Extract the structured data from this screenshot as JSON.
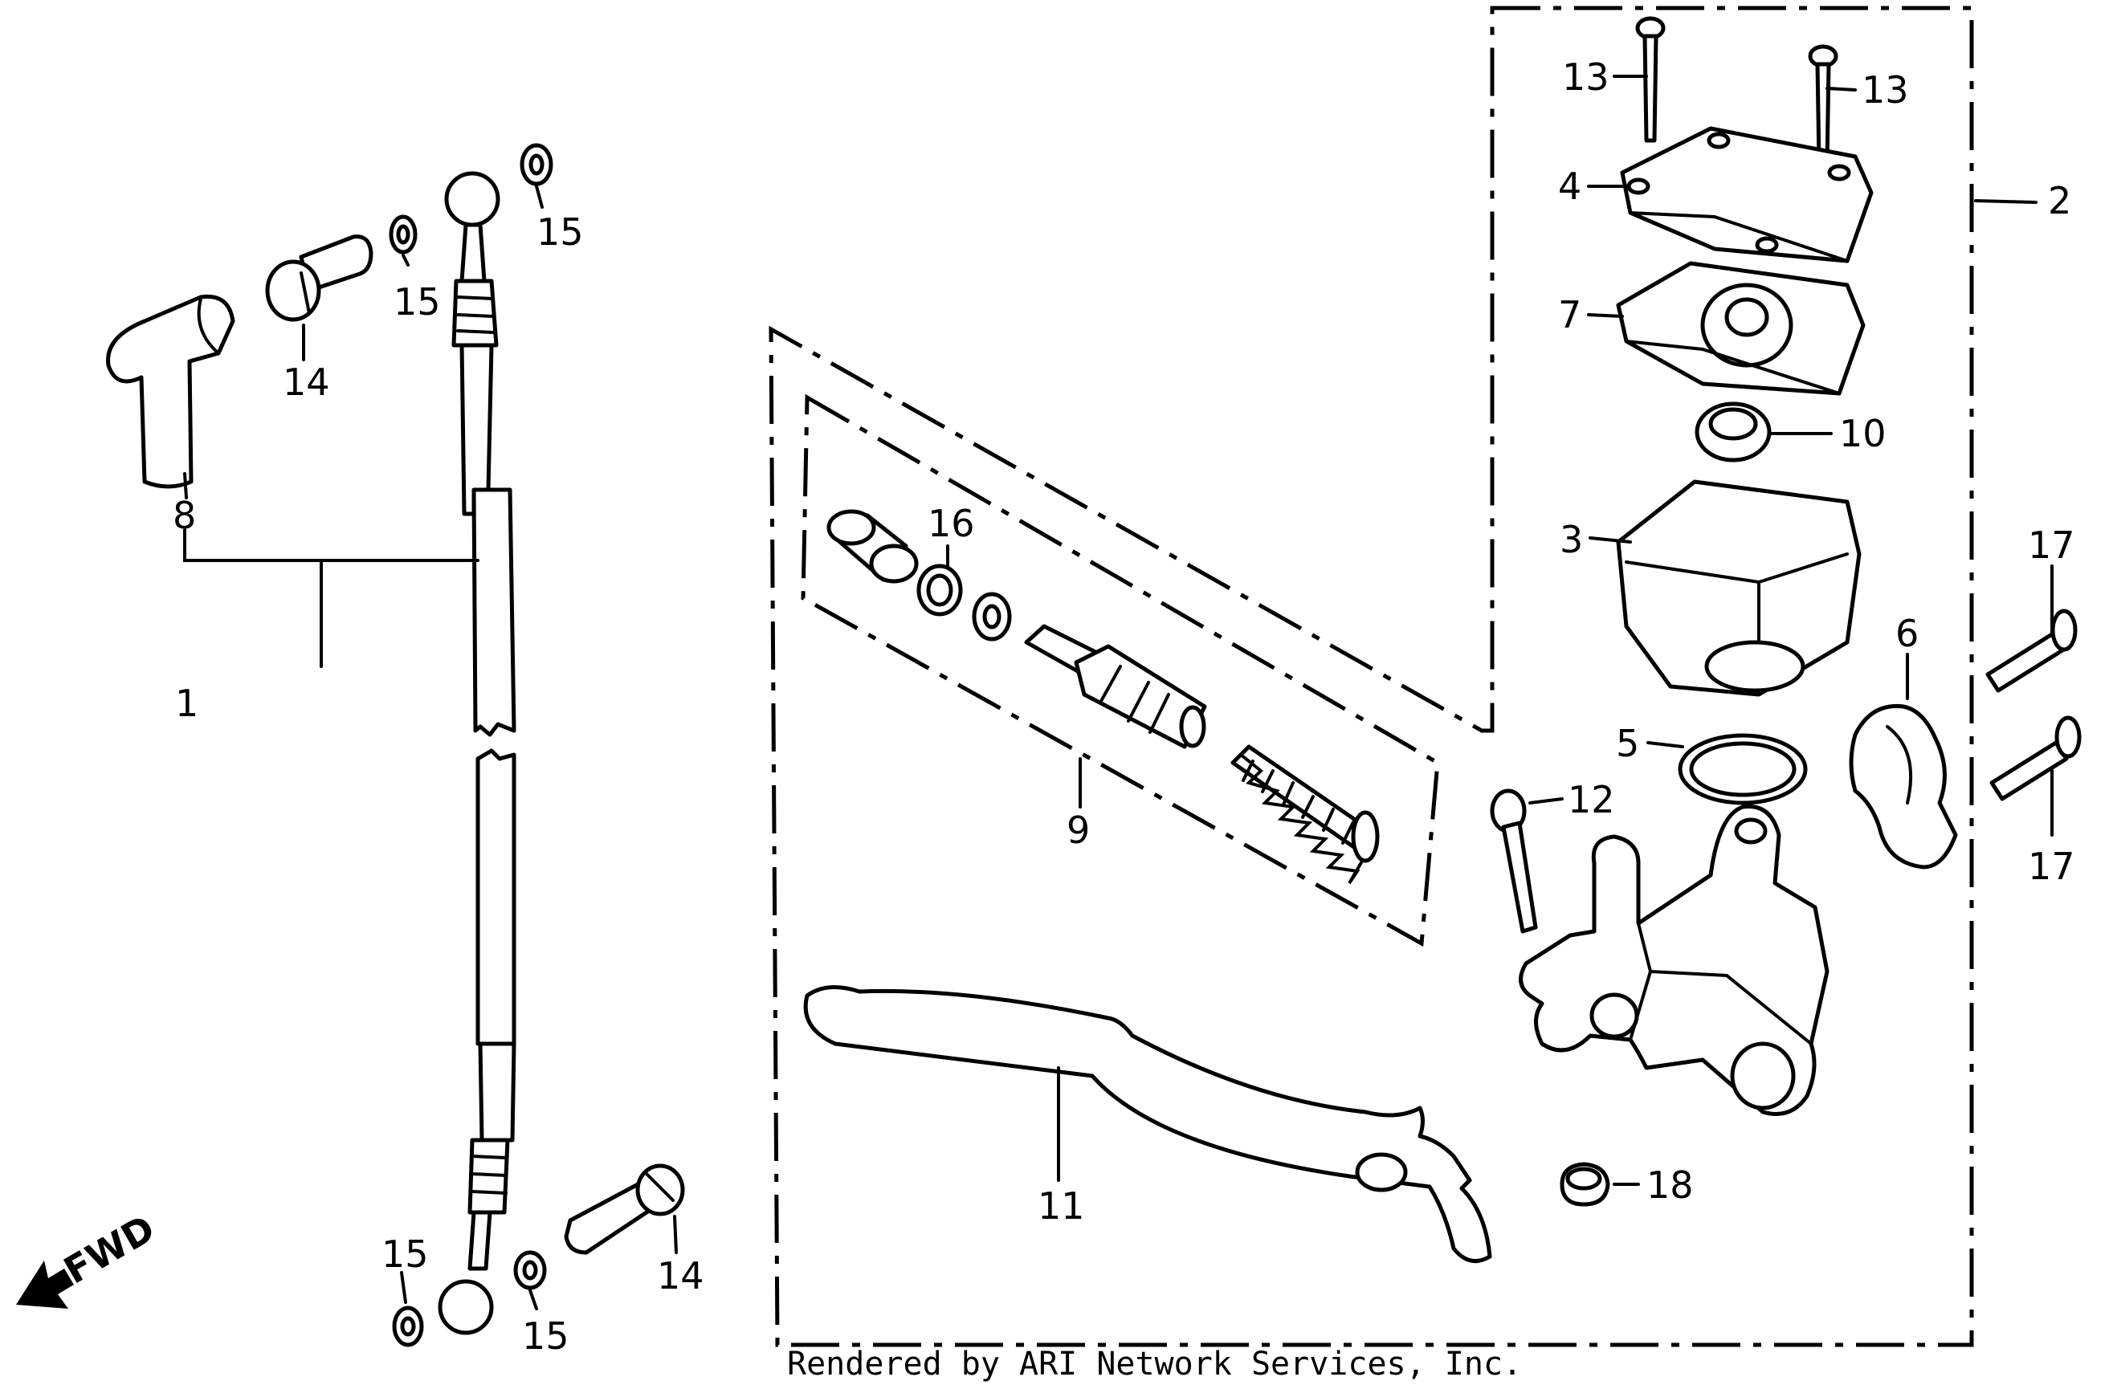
{
  "labels": {
    "l1": "1",
    "l2": "2",
    "l3": "3",
    "l4": "4",
    "l5": "5",
    "l6": "6",
    "l7": "7",
    "l8": "8",
    "l9": "9",
    "l10": "10",
    "l11": "11",
    "l12": "12",
    "l13a": "13",
    "l13b": "13",
    "l14a": "14",
    "l14b": "14",
    "l15a": "15",
    "l15b": "15",
    "l15c": "15",
    "l15d": "15",
    "l16": "16",
    "l17a": "17",
    "l17b": "17",
    "l18": "18"
  },
  "direction_marker": "FWD",
  "credit": "Rendered by ARI Network Services, Inc."
}
